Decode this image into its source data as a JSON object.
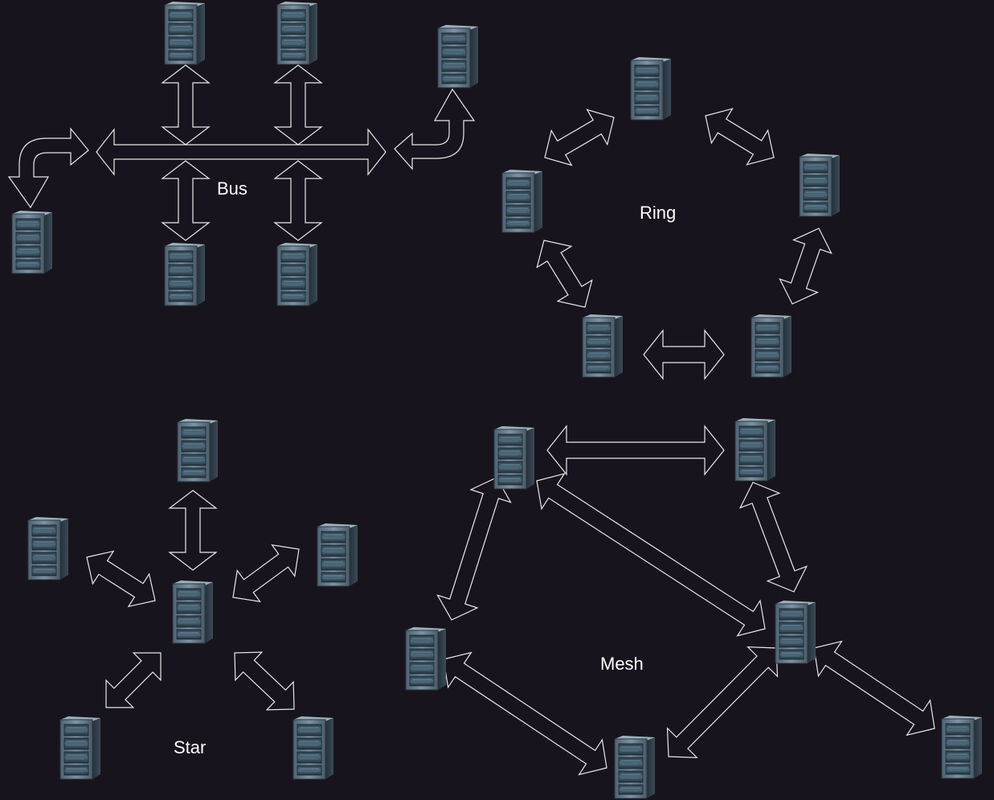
{
  "diagram": {
    "labels": {
      "bus": "Bus",
      "ring": "Ring",
      "star": "Star",
      "mesh": "Mesh"
    },
    "colors": {
      "background": "#18141d",
      "arrow_stroke": "#e8e8e8",
      "label": "#ffffff",
      "server_front": "#6f8494",
      "server_side": "#2c3944",
      "server_top": "#8ca0ae",
      "server_bay": "#1e2a33",
      "server_highlight": "#a9c3d4"
    },
    "icon": "server-rack-icon"
  }
}
